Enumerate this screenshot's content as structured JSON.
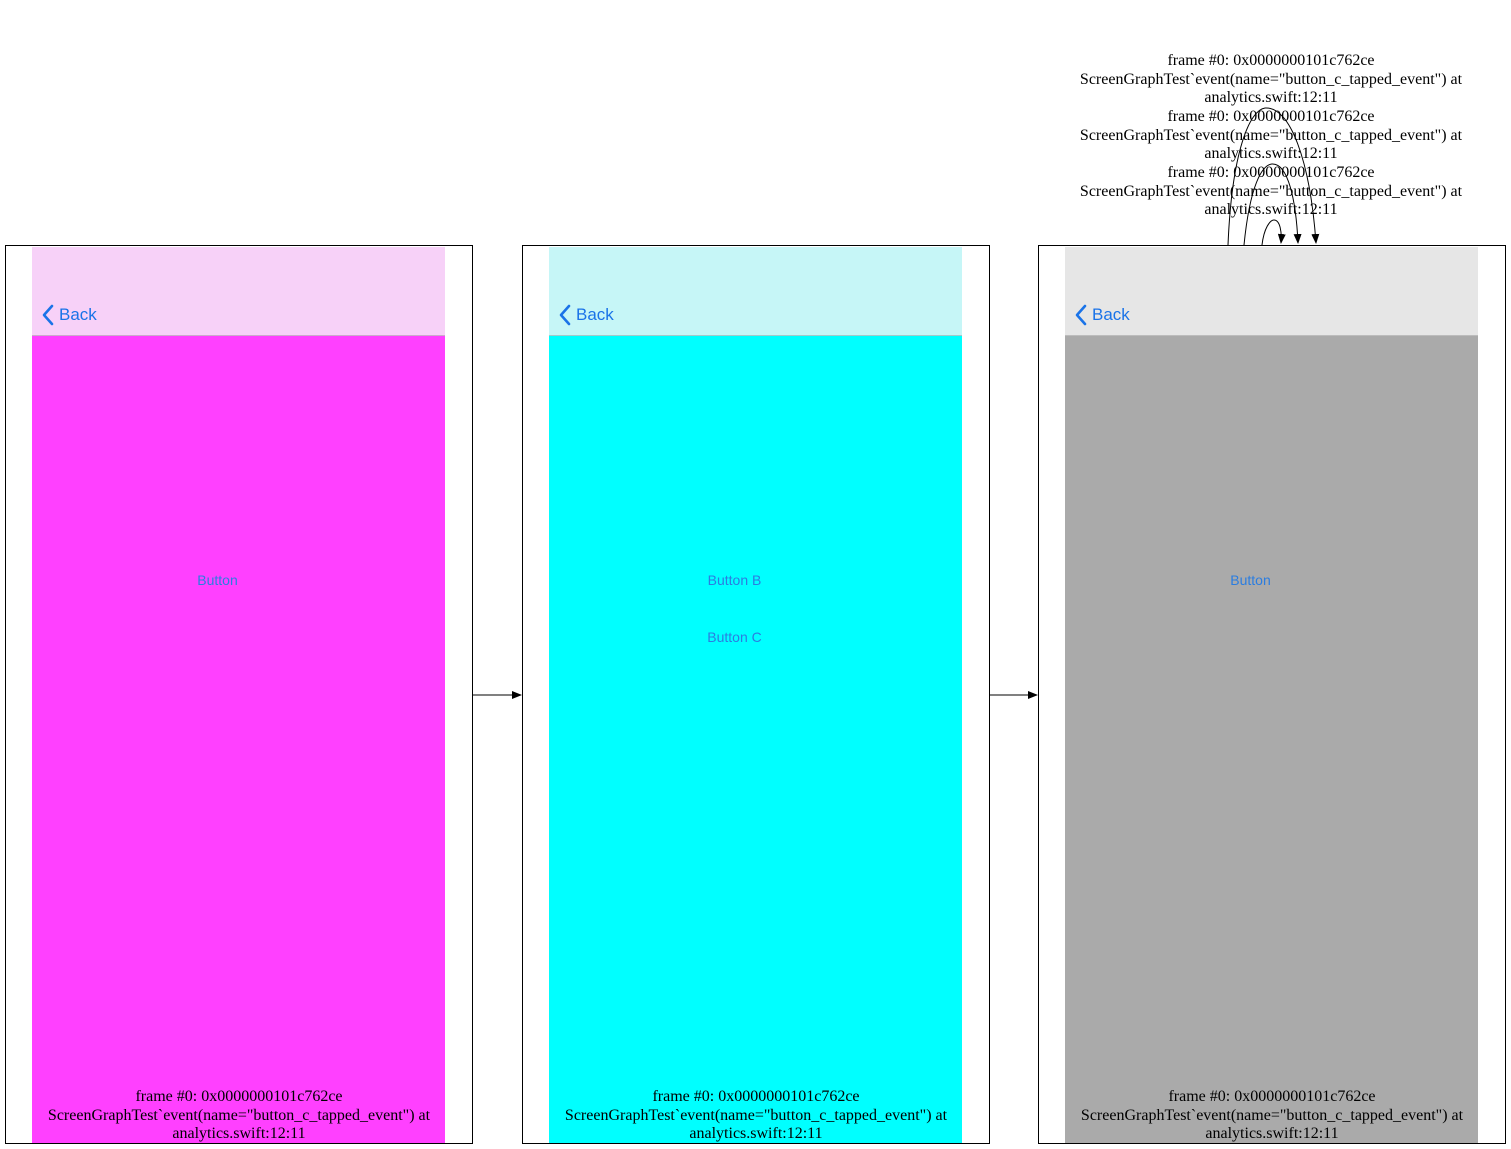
{
  "nodes": [
    {
      "nav_bg": "#f7d1f8",
      "content_bg": "#ff40ff",
      "back_label": "Back",
      "buttons": [
        "Button"
      ],
      "caption": [
        "frame #0: 0x0000000101c762ce",
        "ScreenGraphTest`event(name=\"button_c_tapped_event\") at",
        "analytics.swift:12:11"
      ]
    },
    {
      "nav_bg": "#c6f6f7",
      "content_bg": "#00ffff",
      "back_label": "Back",
      "buttons": [
        "Button B",
        "Button C"
      ],
      "caption": [
        "frame #0: 0x0000000101c762ce",
        "ScreenGraphTest`event(name=\"button_c_tapped_event\") at",
        "analytics.swift:12:11"
      ]
    },
    {
      "nav_bg": "#e6e6e6",
      "content_bg": "#aaaaaa",
      "back_label": "Back",
      "buttons": [
        "Button"
      ],
      "caption": [
        "frame #0: 0x0000000101c762ce",
        "ScreenGraphTest`event(name=\"button_c_tapped_event\") at",
        "analytics.swift:12:11"
      ]
    }
  ],
  "self_loop_labels": [
    [
      "frame #0: 0x0000000101c762ce",
      "ScreenGraphTest`event(name=\"button_c_tapped_event\") at",
      "analytics.swift:12:11"
    ],
    [
      "frame #0: 0x0000000101c762ce",
      "ScreenGraphTest`event(name=\"button_c_tapped_event\") at",
      "analytics.swift:12:11"
    ],
    [
      "frame #0: 0x0000000101c762ce",
      "ScreenGraphTest`event(name=\"button_c_tapped_event\") at",
      "analytics.swift:12:11"
    ]
  ],
  "edge_color": "#000000"
}
